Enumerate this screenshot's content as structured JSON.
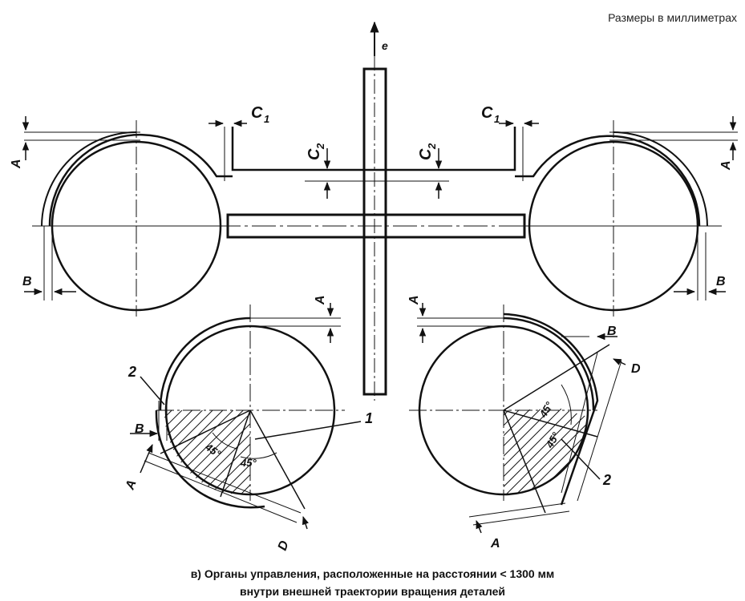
{
  "header": {
    "units_note": "Размеры в миллиметрах"
  },
  "labels": {
    "e": "e",
    "A": "A",
    "B": "B",
    "C1": "C",
    "C1_sub": "1",
    "C2": "C",
    "C2_sub": "2",
    "D": "D",
    "n1": "1",
    "n2": "2",
    "angle": "45°"
  },
  "caption": {
    "line1": "в) Органы управления, расположенные на расстоянии < 1300 мм",
    "line2": "внутри внешней траектории вращения деталей"
  },
  "colors": {
    "ink": "#111111",
    "background": "#ffffff"
  }
}
